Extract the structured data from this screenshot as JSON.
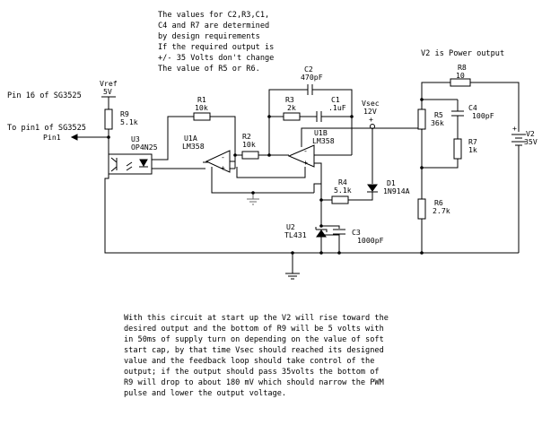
{
  "notes": {
    "top": [
      "The values for C2,R3,C1,",
      "C4 and R7 are determined",
      "by design requirements",
      "If the required output is",
      "+/- 35 Volts don't change",
      "The value of R5 or R6."
    ],
    "power_output": "V2 is Power output",
    "bottom": [
      "With this circuit at start up the V2 will rise toward the",
      "desired output and the bottom of R9 will be 5 volts with",
      "in 50ms of supply turn on depending on the value of soft",
      "start cap, by that time Vsec should reached its designed",
      "value and the feedback loop should take control of the",
      "output; if the output should pass 35volts the bottom of",
      "R9 will drop to about 180 mV which should narrow the PWM",
      "pulse and lower the output voltage."
    ],
    "pin16": "Pin 16 of SG3525",
    "pin1": "To pin1 of SG3525",
    "pin1_net": "Pin1"
  },
  "components": {
    "vref": {
      "name": "Vref",
      "value": "5V"
    },
    "r9": {
      "name": "R9",
      "value": "5.1k"
    },
    "u3": {
      "name": "U3",
      "value": "OP4N25"
    },
    "r1": {
      "name": "R1",
      "value": "10k"
    },
    "u1a": {
      "name": "U1A",
      "value": "LM358"
    },
    "r2": {
      "name": "R2",
      "value": "10k"
    },
    "c2": {
      "name": "C2",
      "value": "470pF"
    },
    "r3": {
      "name": "R3",
      "value": "2k"
    },
    "c1": {
      "name": "C1",
      "value": ".1uF"
    },
    "u1b": {
      "name": "U1B",
      "value": "LM358"
    },
    "vsec": {
      "name": "Vsec",
      "value": "12V"
    },
    "r4": {
      "name": "R4",
      "value": "5.1k"
    },
    "d1": {
      "name": "D1",
      "value": "1N914A"
    },
    "u2": {
      "name": "U2",
      "value": "TL431"
    },
    "c3": {
      "name": "C3",
      "value": "1000pF"
    },
    "r8": {
      "name": "R8",
      "value": "10"
    },
    "r5": {
      "name": "R5",
      "value": "36k"
    },
    "c4": {
      "name": "C4",
      "value": "100pF"
    },
    "r7": {
      "name": "R7",
      "value": "1k"
    },
    "r6": {
      "name": "R6",
      "value": "2.7k"
    },
    "v2": {
      "name": "V2",
      "value": "35V"
    }
  },
  "symbols": {
    "plus": "+",
    "minus": "-"
  }
}
